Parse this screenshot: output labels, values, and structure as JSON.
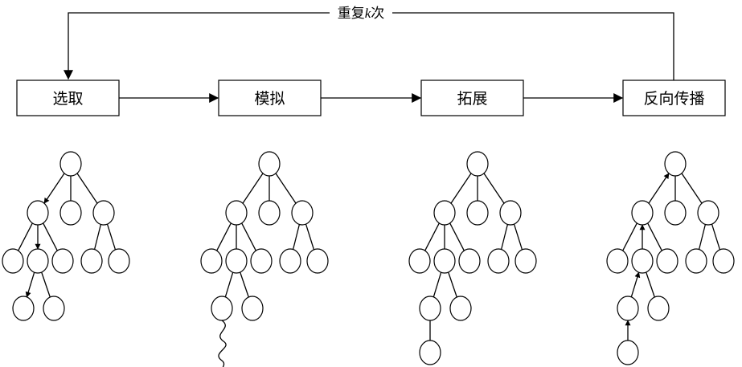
{
  "steps": [
    "选取",
    "模拟",
    "拓展",
    "反向传播"
  ],
  "loop": {
    "prefix": "重复",
    "var": "k",
    "suffix": "次"
  },
  "colors": {
    "stroke": "#000000",
    "fill": "#ffffff"
  }
}
